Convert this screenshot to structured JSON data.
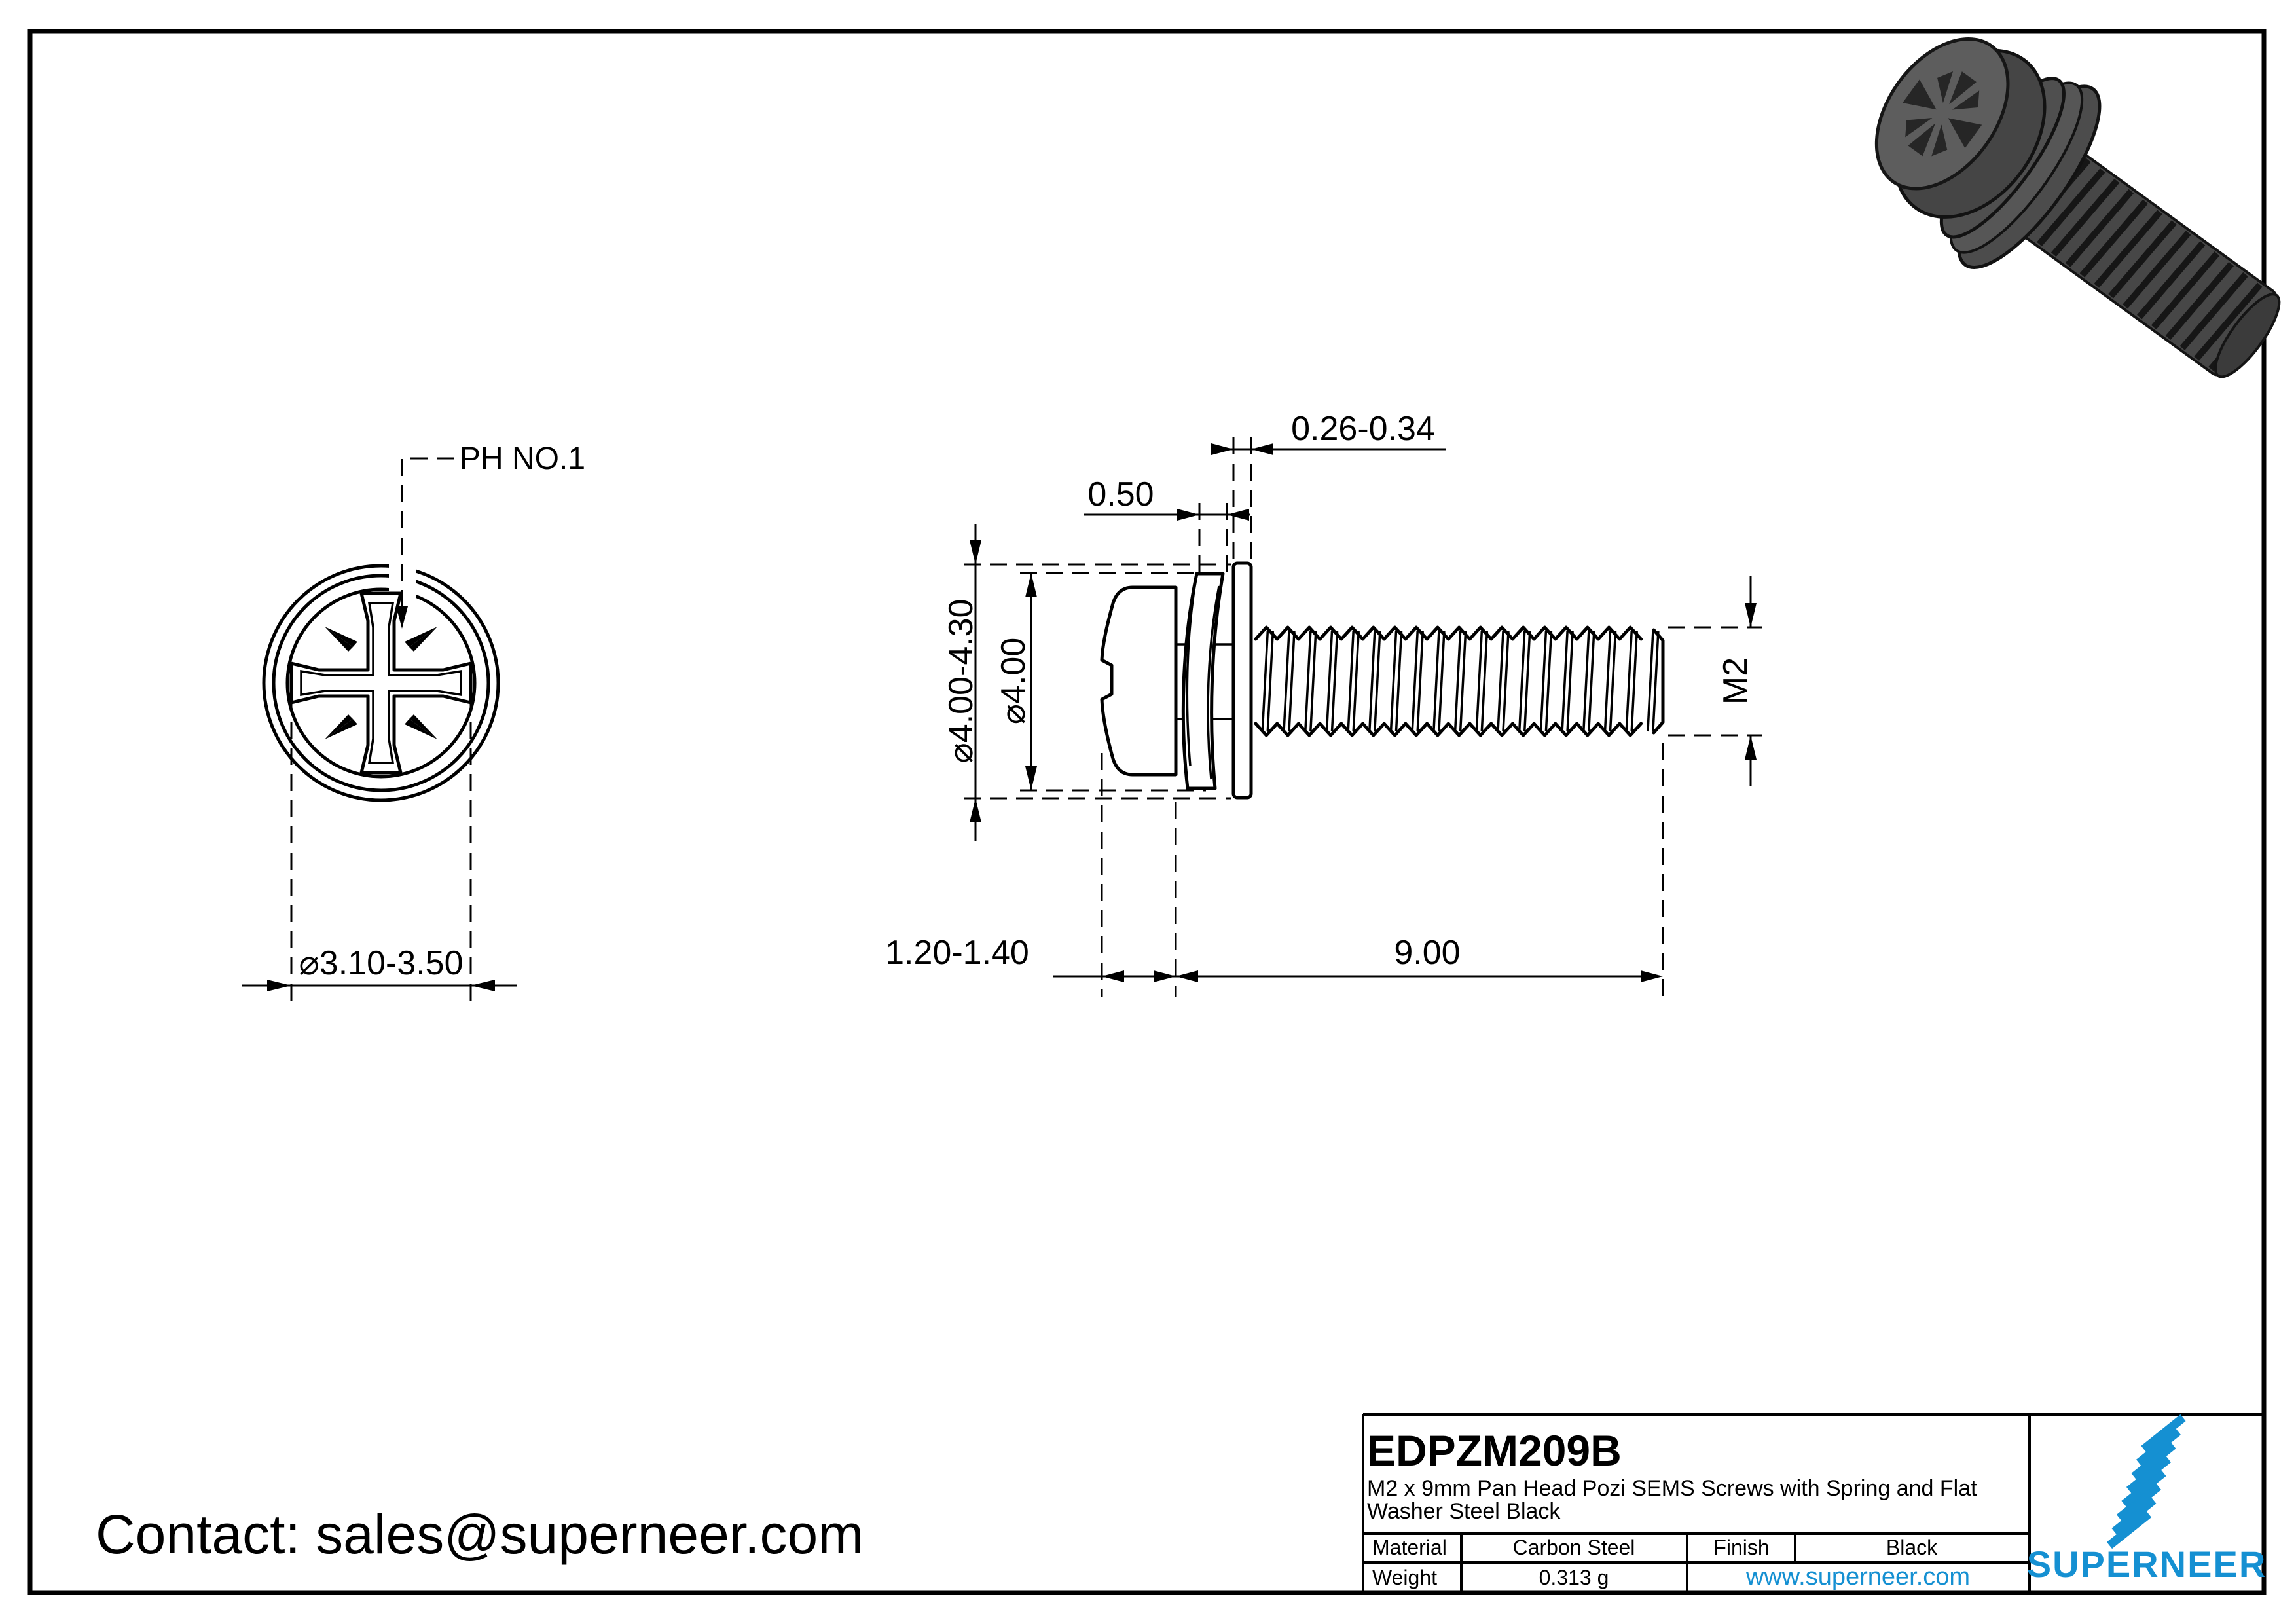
{
  "page": {
    "background": "#ffffff",
    "line_color": "#000000",
    "accent_blue": "#1590d2"
  },
  "top_view": {
    "callout": "PH NO.1",
    "recess_diameter": "⌀3.10-3.50"
  },
  "side_view": {
    "washer_od": "⌀4.00-4.30",
    "head_od": "⌀4.00",
    "spring_washer_thickness": "0.50",
    "flat_washer_thickness": "0.26-0.34",
    "head_height": "1.20-1.40",
    "thread_length": "9.00",
    "thread_size": "M2"
  },
  "contact": {
    "line": "Contact: sales@superneer.com"
  },
  "title_block": {
    "part_number": "EDPZM209B",
    "description_line1": "M2 x 9mm Pan Head Pozi SEMS Screws with Spring and Flat",
    "description_line2": "Washer Steel Black",
    "material_label": "Material",
    "material_value": "Carbon Steel",
    "finish_label": "Finish",
    "finish_value": "Black",
    "weight_label": "Weight",
    "weight_value": "0.313 g",
    "website": "www.superneer.com",
    "brand": "SUPERNEER"
  }
}
